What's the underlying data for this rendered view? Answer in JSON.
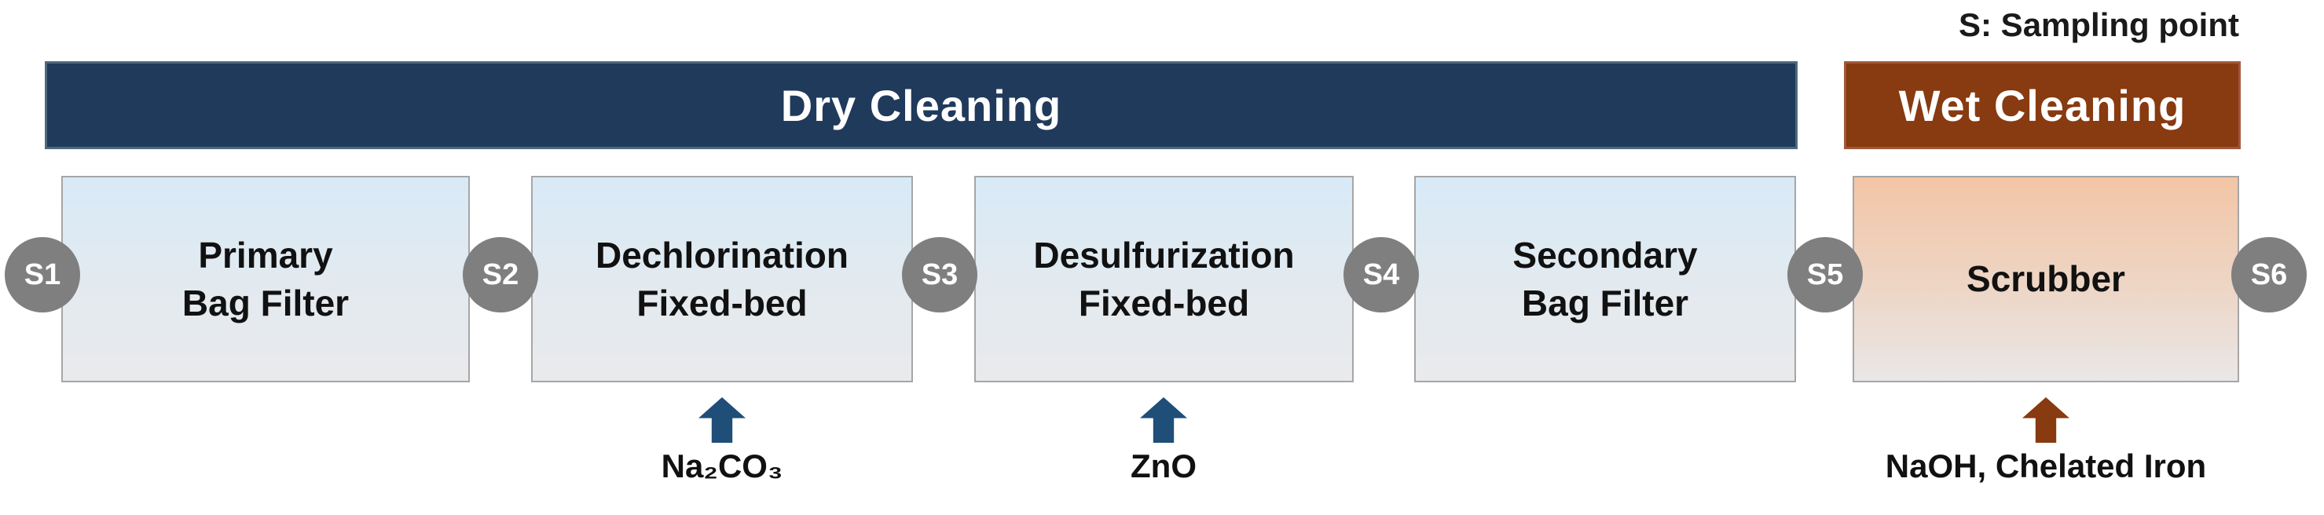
{
  "legend": {
    "label": "S: Sampling point"
  },
  "banners": {
    "dry": {
      "label": "Dry Cleaning",
      "bg_color": "#203A5C",
      "text_color": "#FFFFFF"
    },
    "wet": {
      "label": "Wet Cleaning",
      "bg_color": "#883A10",
      "text_color": "#FFFFFF"
    }
  },
  "stages": [
    {
      "id": "primary-bag-filter",
      "section": "dry",
      "lines": [
        "Primary",
        "Bag Filter"
      ]
    },
    {
      "id": "dechlorination-fixed-bed",
      "section": "dry",
      "lines": [
        "Dechlorination",
        "Fixed-bed"
      ]
    },
    {
      "id": "desulfurization-fixed-bed",
      "section": "dry",
      "lines": [
        "Desulfurization",
        "Fixed-bed"
      ]
    },
    {
      "id": "secondary-bag-filter",
      "section": "dry",
      "lines": [
        "Secondary",
        "Bag Filter"
      ]
    },
    {
      "id": "scrubber",
      "section": "wet",
      "lines": [
        "Scrubber"
      ]
    }
  ],
  "sampling_points": [
    {
      "label": "S1"
    },
    {
      "label": "S2"
    },
    {
      "label": "S3"
    },
    {
      "label": "S4"
    },
    {
      "label": "S5"
    },
    {
      "label": "S6"
    }
  ],
  "additives": [
    {
      "label": "Na₂CO₃",
      "stage": "dechlorination-fixed-bed",
      "arrow_color": "#1F4E79"
    },
    {
      "label": "ZnO",
      "stage": "desulfurization-fixed-bed",
      "arrow_color": "#1F4E79"
    },
    {
      "label": "NaOH, Chelated Iron",
      "stage": "scrubber",
      "arrow_color": "#883A10"
    }
  ],
  "colors": {
    "stage_box_border": "#A6A6A6",
    "dry_box_gradient_top": "#D8EAF7",
    "dry_box_gradient_bottom": "#E9EAEC",
    "wet_box_gradient_top": "#F3C5A6",
    "wet_box_gradient_bottom": "#E9E7E7",
    "sampling_point_bg": "#7F7F7F",
    "sampling_point_text": "#FFFFFF"
  }
}
